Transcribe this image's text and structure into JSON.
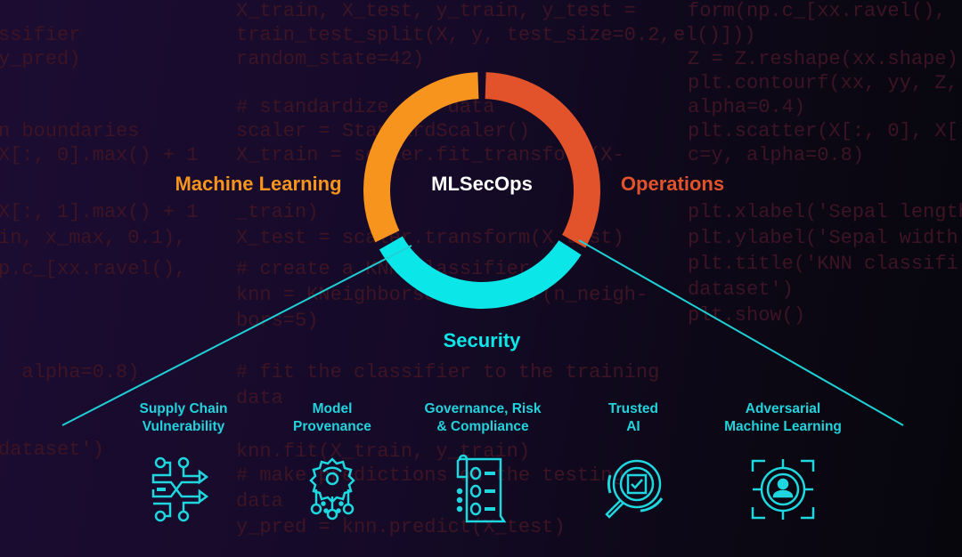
{
  "colors": {
    "background": "#150a28",
    "code_text": "#3d1424",
    "machine_learning": "#f7941d",
    "operations": "#e2532b",
    "security": "#0be6e8",
    "center_text": "#ffffff"
  },
  "background_code": {
    "left": [
      "",
      "ssifier",
      "y_pred)",
      "",
      "",
      "n boundaries",
      "X[:, 0].max() + 1",
      "X[:, 1].max() + 1",
      "in, x_max, 0.1),",
      "",
      "p.c_[xx.ravel(),",
      "",
      "",
      "",
      "  alpha=0.8)",
      "",
      "",
      "dataset')"
    ],
    "middle": [
      "X_train, X_test, y_train, y_test =",
      "train_test_split(X, y, test_size=0.2,",
      "random_state=42)",
      "",
      "# standardize the data",
      "scaler = StandardScaler()",
      "X_train = scaler.fit_transform(X-",
      "_train)",
      "X_test = scaler.transform(X_test)",
      "",
      "# create a KNN classifier",
      "knn = KNeighborsClassifier(n_neigh-",
      "bors=5)",
      "",
      "# fit the classifier to the training",
      "data",
      "knn.fit(X_train, y_train)",
      "",
      "# make predictions on the testing",
      "data",
      "y_pred = knn.predict(X_test)"
    ],
    "right": [
      "form(np.c_[xx.ravel(),",
      "el()]))",
      "Z = Z.reshape(xx.shape)",
      "plt.contourf(xx, yy, Z,",
      "alpha=0.4)",
      "plt.scatter(X[:, 0], X[",
      "c=y, alpha=0.8)",
      "plt.xlabel('Sepal length",
      "plt.ylabel('Sepal width",
      "plt.title('KNN classifi",
      "dataset')",
      "plt.show()"
    ]
  },
  "diagram": {
    "center_title": "MLSecOps",
    "segments": {
      "machine_learning": "Machine Learning",
      "operations": "Operations",
      "security": "Security"
    }
  },
  "categories": [
    {
      "line1": "Supply Chain",
      "line2": "Vulnerability",
      "icon": "branching-arrows-icon"
    },
    {
      "line1": "Model",
      "line2": "Provenance",
      "icon": "gear-circuit-icon"
    },
    {
      "line1": "Governance, Risk",
      "line2": "& Compliance",
      "icon": "checklist-document-icon"
    },
    {
      "line1": "Trusted",
      "line2": "AI",
      "icon": "magnifier-check-icon"
    },
    {
      "line1": "Adversarial",
      "line2": "Machine Learning",
      "icon": "target-person-icon"
    }
  ]
}
